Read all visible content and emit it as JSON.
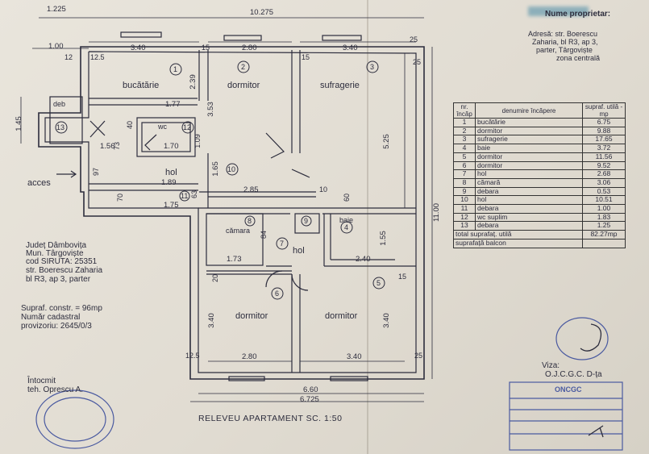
{
  "header": {
    "owner_label": "Nume proprietar:",
    "address_lines": [
      "Adresă: str. Boerescu",
      "Zaharia, bl R3, ap 3,",
      "parter, Târgoviște",
      "zona centrală"
    ]
  },
  "rooms": [
    {
      "nr": "1",
      "name": "bucătărie",
      "area": "6.75"
    },
    {
      "nr": "2",
      "name": "dormitor",
      "area": "9.88"
    },
    {
      "nr": "3",
      "name": "sufragerie",
      "area": "17.65"
    },
    {
      "nr": "4",
      "name": "baie",
      "area": "3.72"
    },
    {
      "nr": "5",
      "name": "dormitor",
      "area": "11.56"
    },
    {
      "nr": "6",
      "name": "dormitor",
      "area": "9.52"
    },
    {
      "nr": "7",
      "name": "hol",
      "area": "2.68"
    },
    {
      "nr": "8",
      "name": "cămară",
      "area": "3.06"
    },
    {
      "nr": "9",
      "name": "debara",
      "area": "0.53"
    },
    {
      "nr": "10",
      "name": "hol",
      "area": "10.51"
    },
    {
      "nr": "11",
      "name": "debara",
      "area": "1.00"
    },
    {
      "nr": "12",
      "name": "wc suplim",
      "area": "1.83"
    },
    {
      "nr": "13",
      "name": "debara",
      "area": "1.25"
    }
  ],
  "table": {
    "col_nr": "nr. încăp",
    "col_name": "denumire încăpere",
    "col_area": "supraf. utilă - mp",
    "total_label": "total suprafaț. utilă",
    "total_value": "82.27mp",
    "balcon_label": "suprafață balcon"
  },
  "plan_labels": {
    "bucatarie": "bucătărie",
    "dormitor2": "dormitor",
    "sufragerie": "sufragerie",
    "deb": "deb",
    "wc": "wc",
    "hol_left": "hol",
    "hol_center": "hol",
    "camara": "cămara",
    "baie": "baie",
    "dormitor6": "dormitor",
    "dormitor5": "dormitor",
    "acces": "acces"
  },
  "room_numbers": [
    "1",
    "2",
    "3",
    "4",
    "5",
    "6",
    "7",
    "8",
    "9",
    "10",
    "11",
    "12",
    "13"
  ],
  "dimensions": {
    "top_total": "10.275",
    "top_left": "1.225",
    "w1": "3.40",
    "w2": "2.80",
    "w3": "3.40",
    "v100": "1.00",
    "v12a": "12",
    "v12b": "12.5",
    "v15a": "15",
    "v15b": "15",
    "v25a": "25",
    "v25b": "25",
    "v177": "1.77",
    "v239": "2.39",
    "v353": "3.53",
    "v525": "5.25",
    "v1100": "11.00",
    "v145": "1.45",
    "v170": "1.70",
    "v156": "1.56",
    "v189": "1.89",
    "v175": "1.75",
    "v97": "97",
    "v70": "70",
    "v40": "40",
    "v73": "73",
    "v109": "1.09",
    "v285": "2.85",
    "v10": "10",
    "v60": "60",
    "v63": "63",
    "v165": "1.65",
    "v155": "1.55",
    "v173": "1.73",
    "v240": "2.40",
    "v84": "84",
    "v340l": "3.40",
    "v340r": "3.40",
    "v20": "20",
    "v15c": "15",
    "bottom_w1": "2.80",
    "bottom_w2": "3.40",
    "bottom_660": "6.60",
    "bottom_6725": "6.725",
    "v125": "12.5",
    "v25c": "25"
  },
  "info": {
    "judet": "Județ Dâmbovița",
    "mun": "Mun. Târgoviște",
    "siruta": "cod SIRUTA: 25351",
    "str": "str. Boerescu Zaharia",
    "bl": "bl R3, ap 3, parter",
    "supraf": "Supraf. constr. = 96mp",
    "cadastral": "Număr cadastral",
    "provizoriu": "provizoriu: 2645/0/3"
  },
  "footer": {
    "intocmit": "Întocmit",
    "teh": "teh. Oprescu A.",
    "title": "RELEVEU  APARTAMENT   SC. 1:50",
    "viza": "Viza:",
    "ojcgc": "O.J.C.G.C.  D-ța",
    "oncgc": "ONCGC"
  }
}
